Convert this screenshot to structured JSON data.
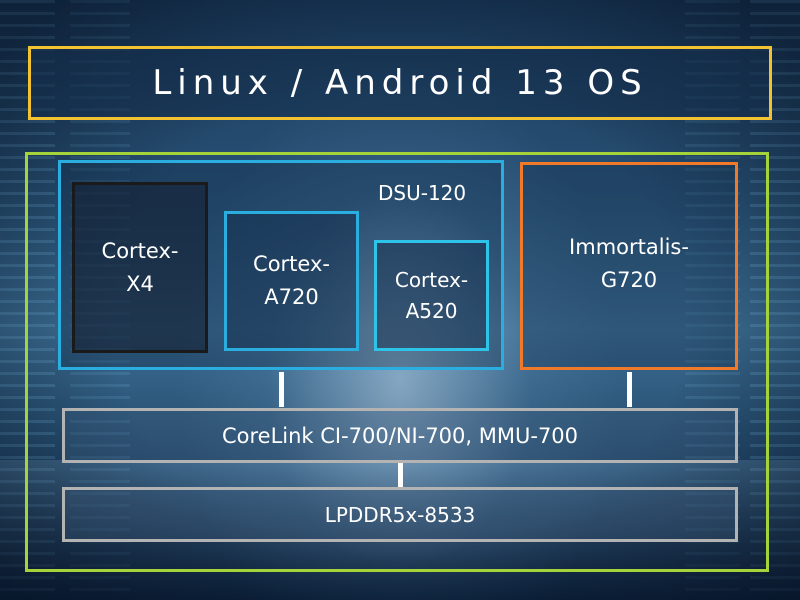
{
  "os": {
    "label": "Linux / Android 13 OS"
  },
  "dsu": {
    "label": "DSU-120"
  },
  "cores": [
    {
      "line1": "Cortex-",
      "line2": "X4"
    },
    {
      "line1": "Cortex-",
      "line2": "A720"
    },
    {
      "line1": "Cortex-",
      "line2": "A520"
    }
  ],
  "gpu": {
    "line1": "Immortalis-",
    "line2": "G720"
  },
  "interconnect": {
    "label": "CoreLink CI-700/NI-700, MMU-700"
  },
  "memory": {
    "label": "LPDDR5x-8533"
  },
  "colors": {
    "os_border": "#f2c230",
    "soc_border": "#a4d43a",
    "dsu_border": "#2aaee0",
    "gpu_border": "#f07a2a",
    "bus_border": "#b3b3b3"
  }
}
